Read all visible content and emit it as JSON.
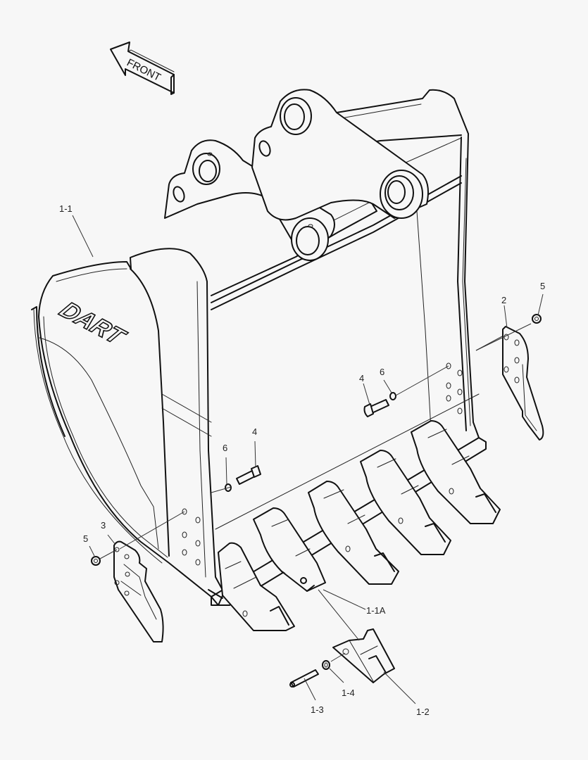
{
  "diagram": {
    "subject": "Excavator bucket exploded parts view",
    "orientation_arrow": {
      "label": "FRONT",
      "icon": "front-arrow-icon"
    },
    "brand_mark": "DART",
    "colors": {
      "background": "#f7f7f7",
      "line": "#111111"
    },
    "callouts": [
      {
        "id": "1-1",
        "label": "1-1",
        "part": "Bucket body"
      },
      {
        "id": "1-1A",
        "label": "1-1A",
        "part": "Tooth adapter"
      },
      {
        "id": "1-2",
        "label": "1-2",
        "part": "Tooth point"
      },
      {
        "id": "1-3",
        "label": "1-3",
        "part": "Tooth pin"
      },
      {
        "id": "1-4",
        "label": "1-4",
        "part": "Pin retainer washer"
      },
      {
        "id": "2",
        "label": "2",
        "part": "Side cutter (right)"
      },
      {
        "id": "3",
        "label": "3",
        "part": "Side cutter (left)"
      },
      {
        "id": "4a",
        "label": "4",
        "part": "Bolt (right)"
      },
      {
        "id": "4b",
        "label": "4",
        "part": "Bolt (left)"
      },
      {
        "id": "5a",
        "label": "5",
        "part": "Nut (right)"
      },
      {
        "id": "5b",
        "label": "5",
        "part": "Nut (left)"
      },
      {
        "id": "6a",
        "label": "6",
        "part": "Washer (right)"
      },
      {
        "id": "6b",
        "label": "6",
        "part": "Washer (left)"
      }
    ]
  }
}
